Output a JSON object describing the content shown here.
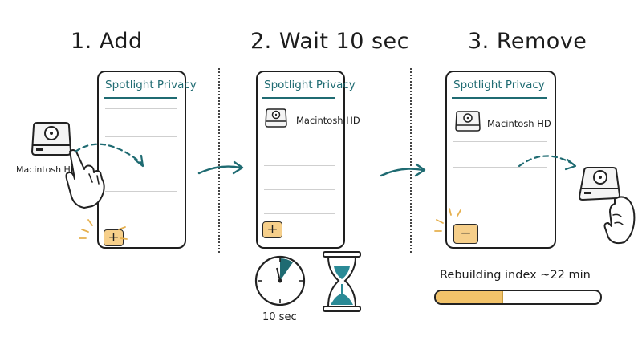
{
  "steps": [
    {
      "title": "1. Add",
      "panel_title": "Spotlight Privacy",
      "button": "+"
    },
    {
      "title": "2. Wait 10 sec",
      "panel_title": "Spotlight Privacy",
      "button": "+",
      "item": "Macintosh HD"
    },
    {
      "title": "3. Remove",
      "panel_title": "Spotlight Privacy",
      "button": "−",
      "item": "Macintosh HD"
    }
  ],
  "drive_label": "Macintosh HD",
  "timer_label": "10 sec",
  "progress": {
    "label": "Rebuilding index ~22 min",
    "fraction": 0.41
  },
  "colors": {
    "accent": "#1f6b72",
    "button": "#f6cf8a",
    "progress": "#f2c36a",
    "sand": "#2a8a96"
  },
  "icons": [
    "hard-drive-icon",
    "hand-icon",
    "arrow-icon",
    "stopwatch-icon",
    "hourglass-icon",
    "plus-icon",
    "minus-icon"
  ]
}
